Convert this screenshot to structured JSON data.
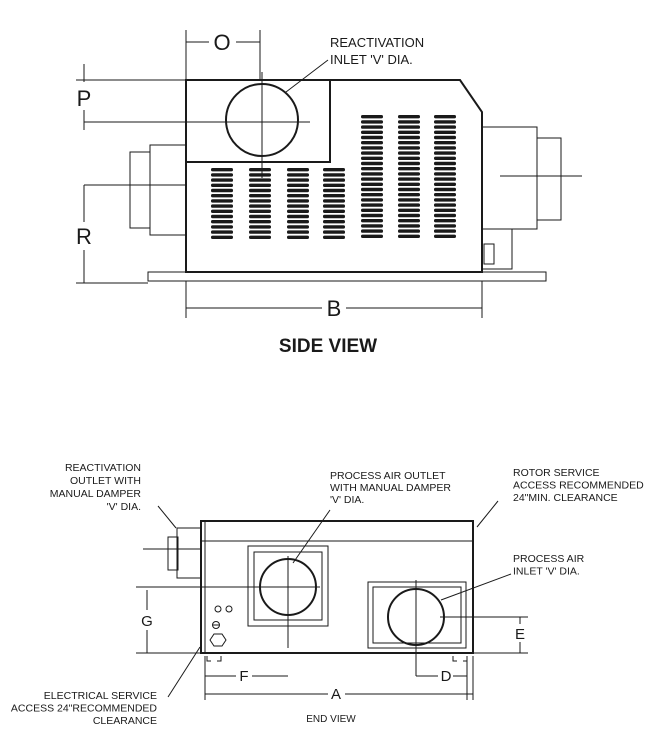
{
  "side_view": {
    "title": "SIDE VIEW",
    "callout_line1": "REACTIVATION",
    "callout_line2": "INLET 'V' DIA.",
    "dim_o": "O",
    "dim_p": "P",
    "dim_r": "R",
    "dim_b": "B"
  },
  "end_view": {
    "title": "END VIEW",
    "reactivation_outlet": [
      "REACTIVATION",
      "OUTLET WITH",
      "MANUAL DAMPER",
      "'V' DIA."
    ],
    "process_outlet": [
      "PROCESS AIR OUTLET",
      "WITH MANUAL DAMPER",
      "'V' DIA."
    ],
    "rotor_service": [
      "ROTOR SERVICE",
      "ACCESS RECOMMENDED",
      "24\"MIN. CLEARANCE"
    ],
    "process_inlet": [
      "PROCESS AIR",
      "INLET 'V' DIA."
    ],
    "electrical_service": [
      "ELECTRICAL SERVICE",
      "ACCESS 24\"RECOMMENDED",
      "CLEARANCE"
    ],
    "dim_g": "G",
    "dim_f": "F",
    "dim_a": "A",
    "dim_d": "D",
    "dim_e": "E"
  }
}
